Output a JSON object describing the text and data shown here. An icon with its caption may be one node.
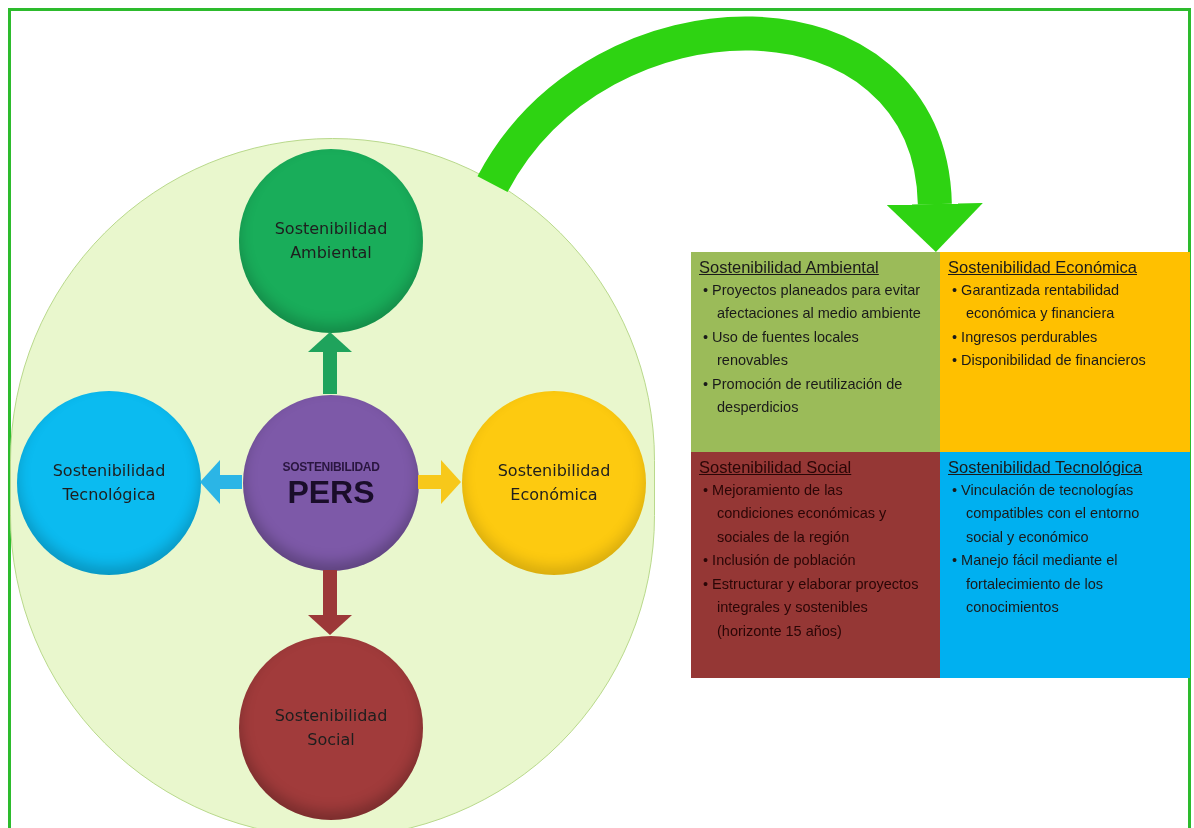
{
  "diagram": {
    "nodes": [
      {
        "text": [],
        "shape": "circle"
      },
      {
        "text": [
          "SOSTENIBILIDAD",
          "PERS"
        ],
        "in": 0
      },
      {
        "text": [
          "Sostenibilidad Ambiental"
        ],
        "in": 0
      },
      {
        "text": [
          "Sostenibilidad Tecnológica"
        ],
        "in": 0
      },
      {
        "text": [
          "Sostenibilidad Económica"
        ],
        "in": 0
      },
      {
        "text": [
          "Sostenibilidad Social"
        ],
        "in": 0
      },
      {
        "text": [],
        "shape": "box"
      },
      {
        "text": [
          "Sostenibilidad Ambiental",
          "• Proyectos planeados para evitar afectaciones al medio ambiente",
          "• Uso de fuentes locales renovables",
          "• Promoción de reutilización de desperdicios"
        ],
        "in": 6
      },
      {
        "text": [
          "Sostenibilidad Económica",
          "• Garantizada rentabilidad económica y financiera",
          "• Ingresos perdurables",
          "• Disponibilidad de financieros"
        ],
        "in": 6
      },
      {
        "text": [
          "Sostenibilidad Social",
          "• Mejoramiento de las condiciones económicas y sociales de la región",
          "• Inclusión de población",
          "• Estructurar y elaborar proyectos integrales y sostenibles (horizonte 15 años)"
        ],
        "in": 6
      },
      {
        "text": [
          "Sostenibilidad Tecnológica",
          "• Vinculación de tecnologías compatibles con el entorno social y económico",
          "• Manejo fácil mediante el fortalecimiento de los conocimientos"
        ],
        "in": 6
      }
    ],
    "edges": [
      {
        "from": 1,
        "to": 2,
        "arrow": "to",
        "color": "#1fa35c"
      },
      {
        "from": 1,
        "to": 3,
        "arrow": "to",
        "color": "#2bb5e6"
      },
      {
        "from": 1,
        "to": 4,
        "arrow": "to",
        "color": "#f7c81a"
      },
      {
        "from": 1,
        "to": 5,
        "arrow": "to",
        "color": "#9c3838"
      },
      {
        "from": 0,
        "to": 6,
        "arrow": "to",
        "style": "thick",
        "color": "#2ed312"
      }
    ]
  }
}
